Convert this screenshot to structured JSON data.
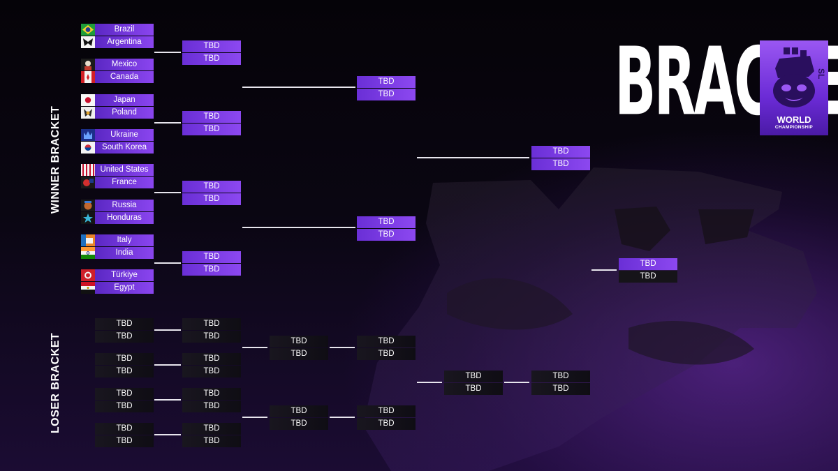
{
  "header": {
    "title": "BRACKET",
    "logo_line1": "WORLD",
    "logo_line2": "CHAMPIONSHIP"
  },
  "labels": {
    "winner_bracket": "WINNER BRACKET",
    "loser_bracket": "LOSER BRACKET"
  },
  "placeholder": "TBD",
  "colors": {
    "accent_purple": "#7a3fe6",
    "dark_slot": "#141218",
    "line": "#e8e6ee",
    "background": "#0a0612"
  },
  "teams": [
    {
      "name": "Brazil",
      "flag": "brazil-flag-icon"
    },
    {
      "name": "Argentina",
      "flag": "argentina-team-icon"
    },
    {
      "name": "Mexico",
      "flag": "mexico-team-icon"
    },
    {
      "name": "Canada",
      "flag": "canada-flag-icon"
    },
    {
      "name": "Japan",
      "flag": "japan-flag-icon"
    },
    {
      "name": "Poland",
      "flag": "poland-team-icon"
    },
    {
      "name": "Ukraine",
      "flag": "ukraine-team-icon"
    },
    {
      "name": "South Korea",
      "flag": "south-korea-flag-icon"
    },
    {
      "name": "United States",
      "flag": "united-states-flag-icon"
    },
    {
      "name": "France",
      "flag": "france-team-icon"
    },
    {
      "name": "Russia",
      "flag": "russia-team-icon"
    },
    {
      "name": "Honduras",
      "flag": "honduras-team-icon"
    },
    {
      "name": "Italy",
      "flag": "italy-team-icon"
    },
    {
      "name": "India",
      "flag": "india-flag-icon"
    },
    {
      "name": "Türkiye",
      "flag": "turkiye-team-icon"
    },
    {
      "name": "Egypt",
      "flag": "egypt-flag-icon"
    }
  ]
}
